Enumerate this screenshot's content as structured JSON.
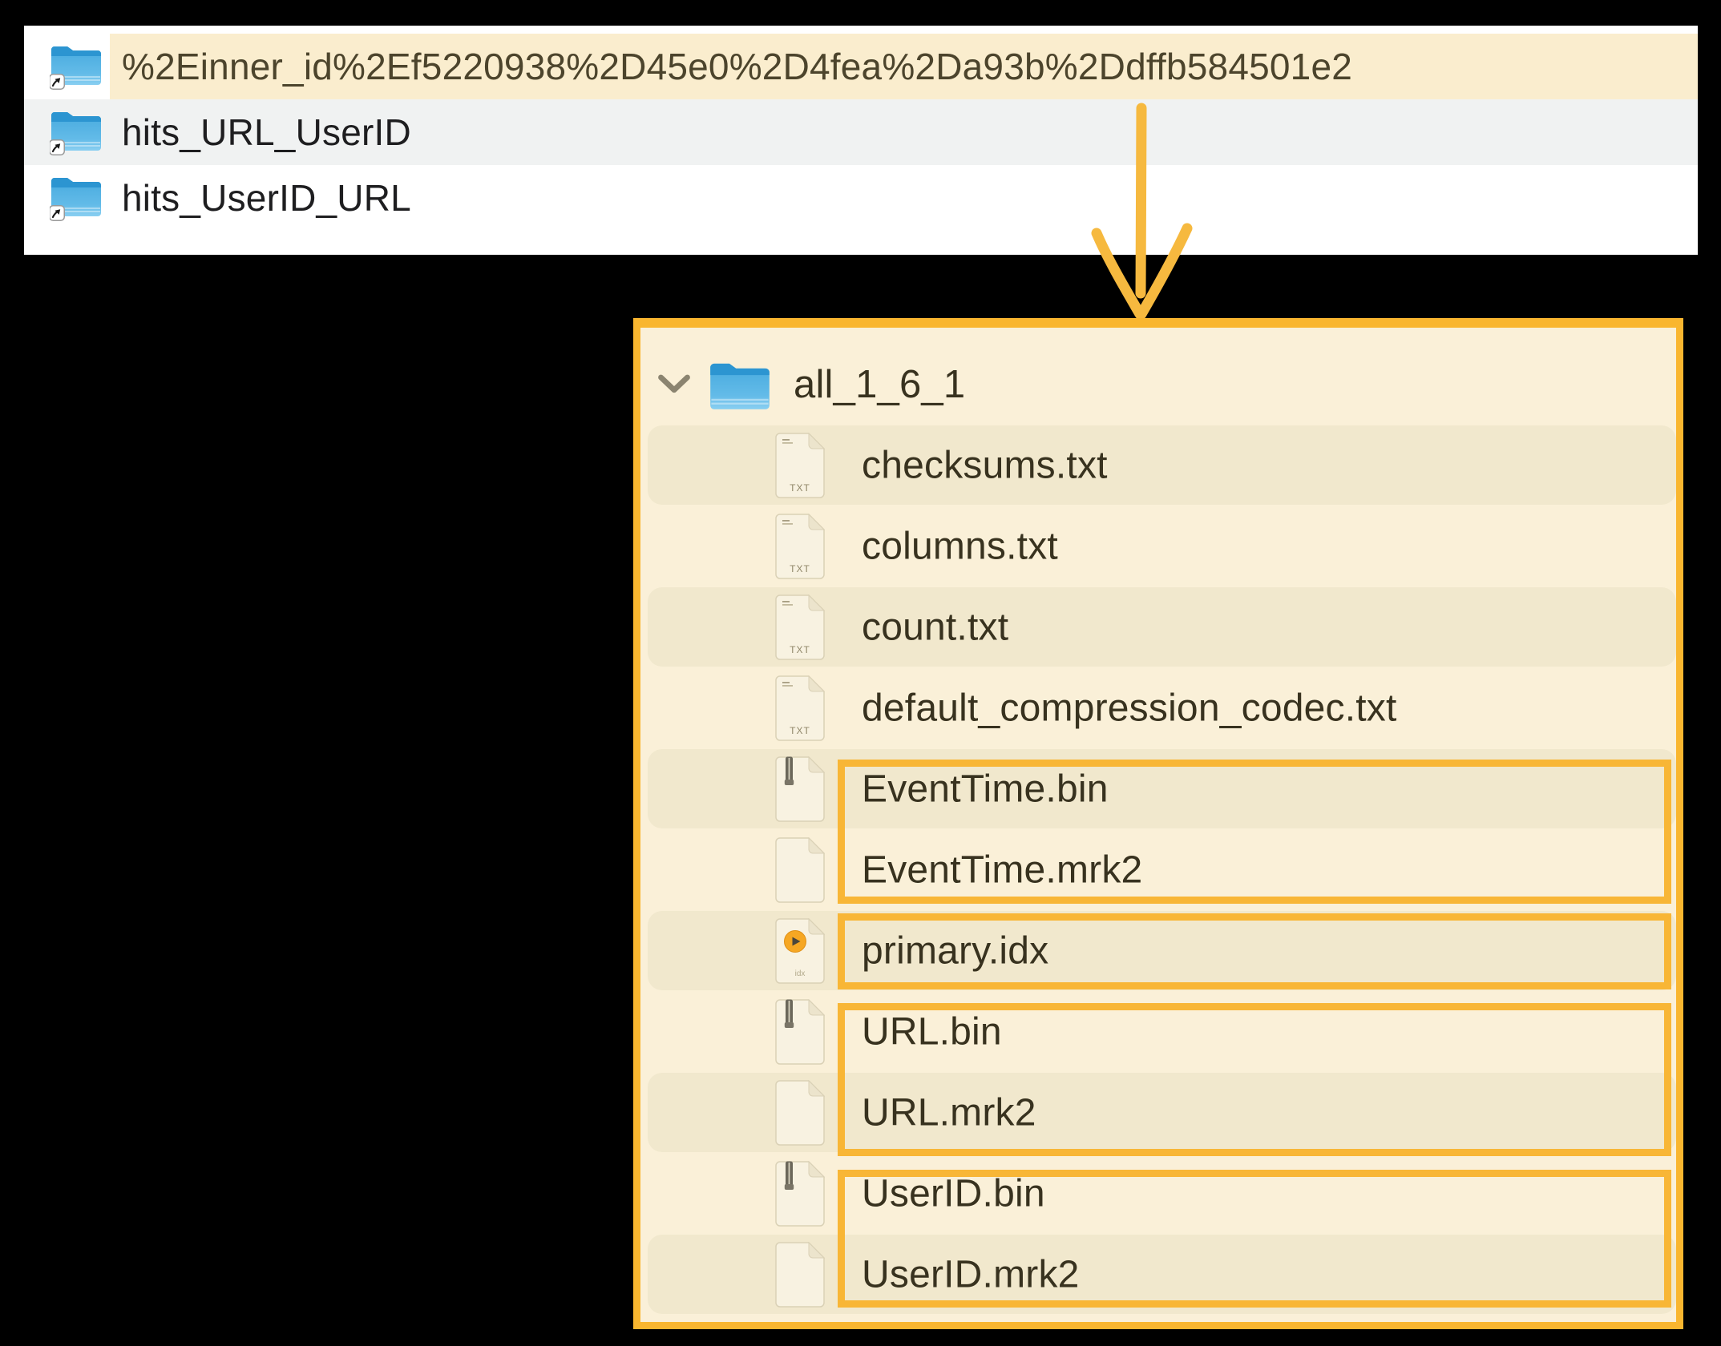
{
  "finder_list": {
    "rows": [
      {
        "name": "%2Einner_id%2Ef5220938%2D45e0%2D4fea%2Da93b%2Ddffb584501e2",
        "highlighted": true,
        "icon": "blue-folder-alias"
      },
      {
        "name": "hits_URL_UserID",
        "highlighted": false,
        "icon": "blue-folder-alias"
      },
      {
        "name": "hits_UserID_URL",
        "highlighted": false,
        "icon": "blue-folder-alias"
      }
    ]
  },
  "annotation": {
    "arrow": "hand-drawn down arrow from highlighted folder to tree panel",
    "arrow_color": "#F6B93F",
    "box_color": "#F8B636",
    "highlight_color": "#FAEDCE"
  },
  "tree_panel": {
    "background": "#FAF0D8",
    "border_color": "#F9B62F",
    "stripe_color": "#F1E8CD",
    "root": {
      "label": "all_1_6_1",
      "expanded": true,
      "icon": "blue-folder"
    },
    "files": [
      {
        "label": "checksums.txt",
        "icon": "txt-file",
        "boxed": false
      },
      {
        "label": "columns.txt",
        "icon": "txt-file",
        "boxed": false
      },
      {
        "label": "count.txt",
        "icon": "txt-file",
        "boxed": false
      },
      {
        "label": "default_compression_codec.txt",
        "icon": "txt-file",
        "boxed": false
      },
      {
        "label": "EventTime.bin",
        "icon": "bin-file",
        "boxed": true
      },
      {
        "label": "EventTime.mrk2",
        "icon": "mrk2-file",
        "boxed": true
      },
      {
        "label": "primary.idx",
        "icon": "idx-file",
        "boxed": true
      },
      {
        "label": "URL.bin",
        "icon": "bin-file",
        "boxed": true
      },
      {
        "label": "URL.mrk2",
        "icon": "mrk2-file",
        "boxed": true
      },
      {
        "label": "UserID.bin",
        "icon": "bin-file",
        "boxed": true
      },
      {
        "label": "UserID.mrk2",
        "icon": "mrk2-file",
        "boxed": true
      }
    ]
  },
  "colors": {
    "finder_alt_row": "#F0F2F2",
    "folder_blue": "#54B1E3",
    "finder_text": "#1E1E20",
    "highlight_text": "#4C442C",
    "tree_text": "#38321F",
    "page_background": "#000000"
  }
}
